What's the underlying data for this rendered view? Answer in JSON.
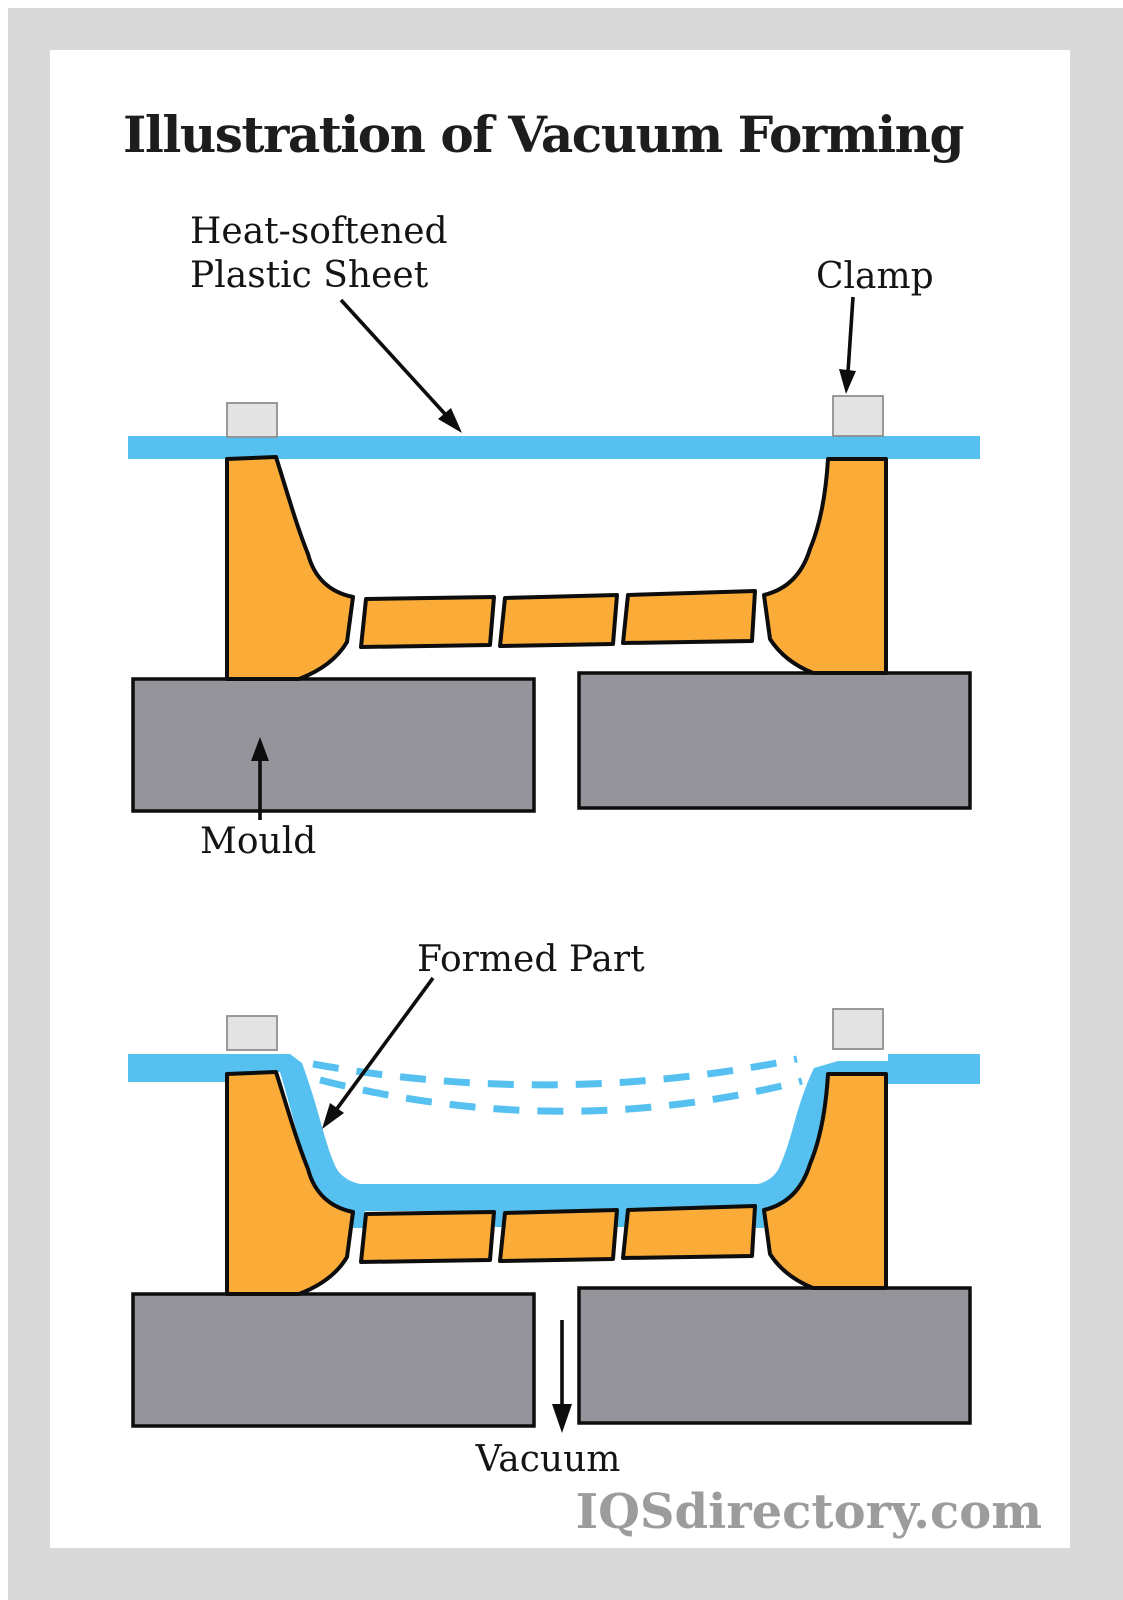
{
  "title": "Illustration of Vacuum Forming",
  "watermark": "IQSdirectory.com",
  "colors": {
    "frame_gray": "#d9d9d9",
    "card_white": "#ffffff",
    "sheet_blue": "#56c1f1",
    "tool_orange": "#fbac38",
    "mould_gray": "#96949b",
    "clamp_gray": "#e3e3e3",
    "watermark_gray": "#9c9c9c"
  },
  "diagram_top": {
    "labels": {
      "sheet_line1": "Heat-softened",
      "sheet_line2": "Plastic Sheet",
      "clamp": "Clamp",
      "mould": "Mould"
    }
  },
  "diagram_bottom": {
    "labels": {
      "formed_part": "Formed Part",
      "vacuum": "Vacuum"
    }
  }
}
